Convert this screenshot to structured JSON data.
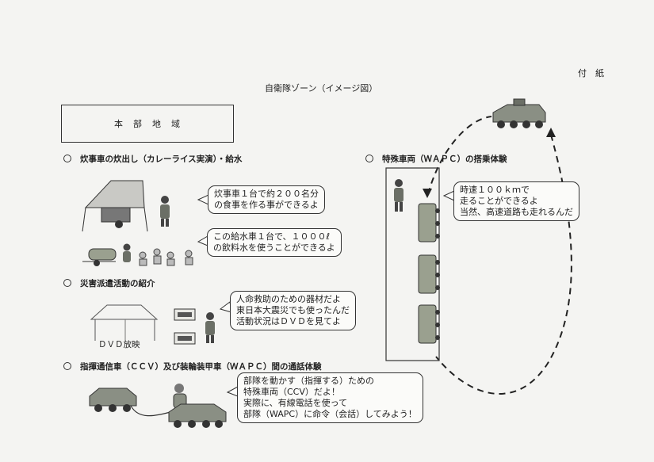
{
  "document": {
    "attachment_label": "付　紙",
    "title": "自衛隊ゾーン（イメージ図）",
    "hq_box_label": "本　部　地　域"
  },
  "sections": {
    "cooking": {
      "heading": "炊事車の炊出し（カレーライス実演）・給水",
      "bubble_1": [
        "炊事車１台で約２００名分",
        "の食事を作る事ができるよ"
      ],
      "bubble_2": [
        "この給水車１台で、１０００ℓ",
        "の飲料水を使うことができるよ"
      ]
    },
    "disaster": {
      "heading": "災害派遣活動の紹介",
      "tent_caption": "ＤＶＤ放映",
      "bubble": [
        "人命救助のための器材だよ",
        "東日本大震災でも使ったんだ",
        "活動状況はＤＶＤを見てよ"
      ]
    },
    "command": {
      "heading": "指揮通信車（ＣＣＶ）及び装輪装甲車（ＷＡＰＣ）間の通話体験",
      "bubble": [
        "部隊を動かす（指揮する）ための",
        "特殊車両（CCV）だよ！",
        "実際に、有線電話を使って",
        "部隊（WAPC）に命令（会話）してみよう！"
      ]
    },
    "special": {
      "heading": "特殊車両（ＷＡＰＣ）の搭乗体験",
      "bubble": [
        "時速１００ｋｍで",
        "走ることができるよ",
        "当然、高速道路も走れるんだ"
      ]
    }
  }
}
